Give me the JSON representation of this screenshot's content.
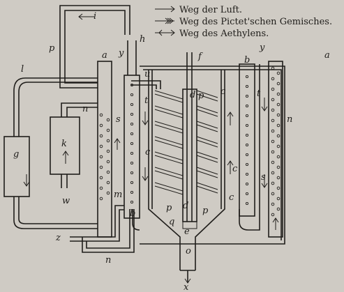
{
  "legend": {
    "air": "Weg der Luft.",
    "pictet": "Weg des Pictet'schen Gemisches.",
    "ethylene": "Weg des Aethylens."
  },
  "labels": {
    "i": "i",
    "h": "h",
    "a_left": "a",
    "a_right": "a",
    "y_left": "y",
    "y_right": "y",
    "f": "f",
    "b_top": "b",
    "b_bottom": "b",
    "l": "l",
    "p_top": "p",
    "u": "u",
    "n_left": "n",
    "n_right": "n",
    "s_left": "s",
    "s_right": "s",
    "t_left": "t",
    "t_right": "t",
    "k": "k",
    "g": "g",
    "w": "w",
    "c_left": "c",
    "c_mid": "c",
    "c_right": "c",
    "c_low": "c",
    "d_top": "d",
    "d_bottom": "d",
    "p_mid": "p",
    "e": "e",
    "p_low": "p",
    "p_low2": "p",
    "q": "q",
    "m": "m",
    "z": "z",
    "n_bottom": "n",
    "o": "o",
    "x": "x"
  }
}
